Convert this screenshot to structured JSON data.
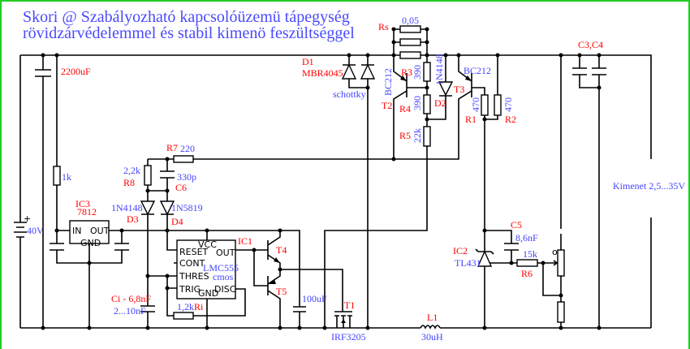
{
  "title": {
    "line1": "Skori @ Szabályozható kapcsolóüzemü tápegység",
    "line2": "rövidzárvédelemmel és stabil kimenö feszültséggel"
  },
  "colors": {
    "ref_label": "#ff0000",
    "value_label": "#4444ff",
    "title": "#4a4aff",
    "frame": "#22cc22"
  },
  "labels": {
    "c_in_value": "2200uF",
    "d1_ref": "D1",
    "d1_part": "MBR4045",
    "d1_note": "schottky",
    "rs_ref": "Rs",
    "rs_value": "0,05",
    "r3_ref": "R3",
    "r3_value": "390",
    "r4_ref": "R4",
    "r4_value": "390",
    "r5_ref": "R5",
    "r5_value": "22k",
    "t2_ref": "T2",
    "t2_part": "BC212",
    "d2_ref": "D2",
    "d2_part": "1N4148",
    "t3_ref": "T3",
    "t3_part": "BC212",
    "r1_ref": "R1",
    "r1_value": "470",
    "r2_ref": "R2",
    "r2_value": "470",
    "c34_ref": "C3,C4",
    "r_1k": "1k",
    "r7_ref": "R7",
    "r7_value": "220",
    "r8_value": "2,2k",
    "r8_ref": "R8",
    "c6_value": "330p",
    "c6_ref": "C6",
    "d3_part": "1N4148",
    "d3_ref": "D3",
    "d4_part": "1N5819",
    "d4_ref": "D4",
    "ic3_ref": "IC3",
    "ic3_part": "7812",
    "ic3_in": "IN",
    "ic3_out": "OUT",
    "ic3_gnd": "GND",
    "battery": "40V",
    "battery_plus": "+",
    "ic1_ref": "IC1",
    "ic1_vcc": "VCC",
    "ic1_reset": "RESET",
    "ic1_out": "OUT",
    "ic1_cont": "CONT",
    "ic1_thres": "THRES",
    "ic1_trig": "TRIG",
    "ic1_gnd": "GND",
    "ic1_disc": "DISC",
    "ic1_part": "LMC555",
    "ic1_note": "cmos",
    "t4_ref": "T4",
    "t5_ref": "T5",
    "ci_ref": "Ci - 6,8nF",
    "ci_range": "2...10nF",
    "ri_value": "1,2k",
    "ri_ref": "Ri",
    "c_100u": "100uF",
    "t1_ref": "T1",
    "t1_part": "IRF3205",
    "l1_ref": "L1",
    "l1_value": "30uH",
    "c5_ref": "C5",
    "c5_value": "8,6nF",
    "ic2_ref": "IC2",
    "ic2_part": "TL431",
    "r6_value": "15k",
    "r6_ref": "R6",
    "pot_mark": "o",
    "output": "Kimenet 2,5...35V"
  }
}
